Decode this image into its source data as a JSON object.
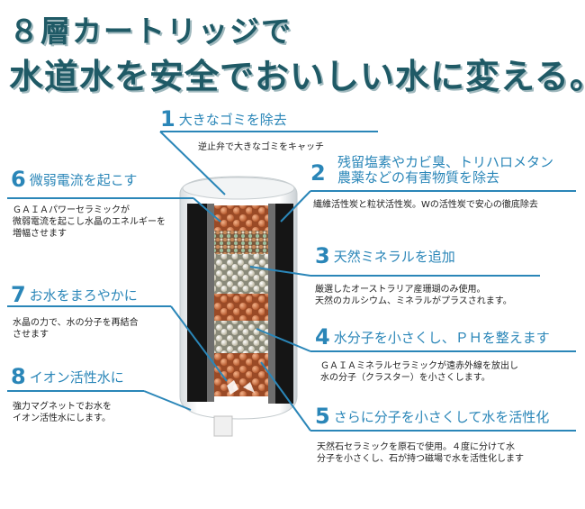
{
  "headline": {
    "line1": "８層カートリッジで",
    "line2": "水道水を安全でおいしい水に変える。"
  },
  "colors": {
    "accent": "#2a86b8",
    "headline": "#1f5a66",
    "leader": "#2a86b8"
  },
  "features": [
    {
      "num": "1",
      "title": "大きなゴミを除去",
      "desc": [
        "逆止弁で大きなゴミをキャッチ"
      ]
    },
    {
      "num": "2",
      "title": [
        "残留塩素やカビ臭、トリハロメタン",
        "農薬などの有害物質を除去"
      ],
      "desc": [
        "繊維活性炭と粒状活性炭。Wの活性炭で安心の徹底除去"
      ]
    },
    {
      "num": "3",
      "title": "天然ミネラルを追加",
      "desc": [
        "厳選したオーストラリア産珊瑚のみ使用。",
        "天然のカルシウム、ミネラルがプラスされます。"
      ]
    },
    {
      "num": "4",
      "title": "水分子を小さくし、ＰＨを整えます",
      "desc": [
        "ＧＡＩＡミネラルセラミックが遠赤外線を放出し",
        "水の分子（クラスター）を小さくします。"
      ]
    },
    {
      "num": "5",
      "title": "さらに分子を小さくして水を活性化",
      "desc": [
        "天然石セラミックを原石で使用。４度に分けて水",
        "分子を小さくし、石が持つ磁場で水を活性化します"
      ]
    },
    {
      "num": "6",
      "title": "微弱電流を起こす",
      "desc": [
        "ＧＡＩＡパワーセラミックが",
        "微弱電流を起こし水晶のエネルギーを",
        "増幅させます"
      ]
    },
    {
      "num": "7",
      "title": "お水をまろやかに",
      "desc": [
        "水晶の力で、水の分子を再結合",
        "させます"
      ]
    },
    {
      "num": "8",
      "title": "イオン活性水に",
      "desc": [
        "強力マグネットでお水を",
        "イオン活性水にします。"
      ]
    }
  ]
}
